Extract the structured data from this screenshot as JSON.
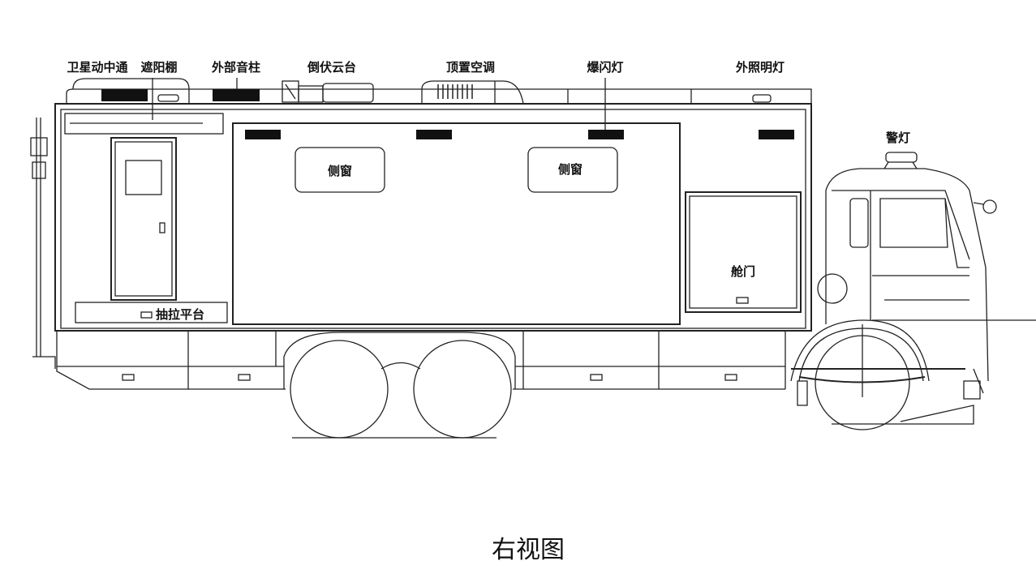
{
  "labels": {
    "satcom": "卫星动中通",
    "sunshade": "遮阳棚",
    "speaker": "外部音柱",
    "pan_tilt": "倒伏云台",
    "roof_ac": "顶置空调",
    "strobe": "爆闪灯",
    "flood_light": "外照明灯",
    "warning_light": "警灯",
    "side_window_1": "侧窗",
    "side_window_2": "侧窗",
    "cabin_door": "舱门",
    "pull_platform": "抽拉平台"
  },
  "caption": "右视图"
}
